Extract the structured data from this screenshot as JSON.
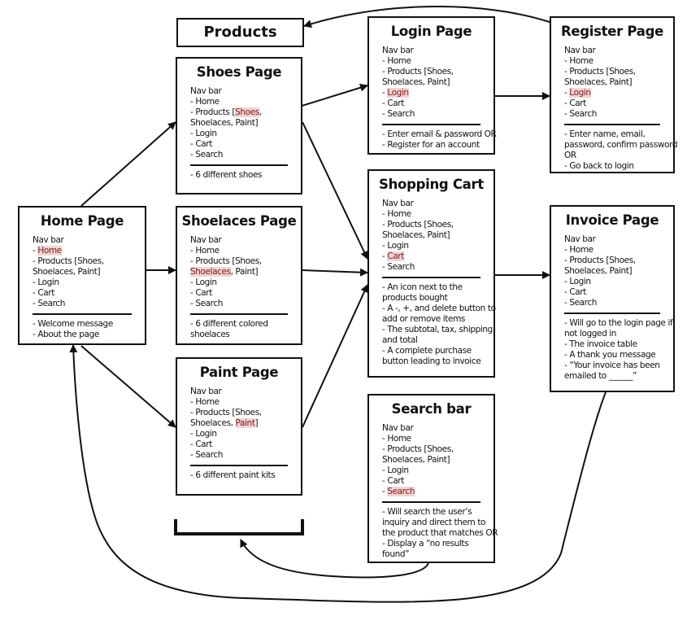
{
  "products_label": "Products",
  "pages": {
    "home": {
      "title": "Home Page",
      "nav": [
        {
          "pre": "Nav bar",
          "hl": "",
          "post": ""
        },
        {
          "pre": "- ",
          "hl": "Home",
          "post": ""
        },
        {
          "pre": "- Products [Shoes,",
          "hl": "",
          "post": ""
        },
        {
          "pre": "Shoelaces, Paint]",
          "hl": "",
          "post": ""
        },
        {
          "pre": "- Login",
          "hl": "",
          "post": ""
        },
        {
          "pre": "- Cart",
          "hl": "",
          "post": ""
        },
        {
          "pre": "- Search",
          "hl": "",
          "post": ""
        }
      ],
      "details": [
        "- Welcome message",
        "- About the page"
      ]
    },
    "shoes": {
      "title": "Shoes Page",
      "nav": [
        {
          "pre": "Nav bar",
          "hl": "",
          "post": ""
        },
        {
          "pre": "- Home",
          "hl": "",
          "post": ""
        },
        {
          "pre": "- Products [",
          "hl": "Shoes",
          "post": ","
        },
        {
          "pre": "Shoelaces, Paint]",
          "hl": "",
          "post": ""
        },
        {
          "pre": "- Login",
          "hl": "",
          "post": ""
        },
        {
          "pre": "- Cart",
          "hl": "",
          "post": ""
        },
        {
          "pre": "- Search",
          "hl": "",
          "post": ""
        }
      ],
      "details": [
        "- 6 different shoes"
      ]
    },
    "shoelaces": {
      "title": "Shoelaces Page",
      "nav": [
        {
          "pre": "Nav bar",
          "hl": "",
          "post": ""
        },
        {
          "pre": "- Home",
          "hl": "",
          "post": ""
        },
        {
          "pre": "- Products [Shoes,",
          "hl": "",
          "post": ""
        },
        {
          "pre": "",
          "hl": "Shoelaces",
          "post": ", Paint]"
        },
        {
          "pre": "- Login",
          "hl": "",
          "post": ""
        },
        {
          "pre": "- Cart",
          "hl": "",
          "post": ""
        },
        {
          "pre": "- Search",
          "hl": "",
          "post": ""
        }
      ],
      "details": [
        "- 6 different colored",
        "shoelaces"
      ]
    },
    "paint": {
      "title": "Paint Page",
      "nav": [
        {
          "pre": "Nav bar",
          "hl": "",
          "post": ""
        },
        {
          "pre": "- Home",
          "hl": "",
          "post": ""
        },
        {
          "pre": "- Products [Shoes,",
          "hl": "",
          "post": ""
        },
        {
          "pre": "Shoelaces, ",
          "hl": "Paint",
          "post": "]"
        },
        {
          "pre": "- Login",
          "hl": "",
          "post": ""
        },
        {
          "pre": "- Cart",
          "hl": "",
          "post": ""
        },
        {
          "pre": "- Search",
          "hl": "",
          "post": ""
        }
      ],
      "details": [
        "- 6 different paint kits"
      ]
    },
    "login": {
      "title": "Login Page",
      "nav": [
        {
          "pre": "Nav bar",
          "hl": "",
          "post": ""
        },
        {
          "pre": "- Home",
          "hl": "",
          "post": ""
        },
        {
          "pre": "- Products [Shoes,",
          "hl": "",
          "post": ""
        },
        {
          "pre": "Shoelaces, Paint]",
          "hl": "",
          "post": ""
        },
        {
          "pre": "- ",
          "hl": "Login",
          "post": ""
        },
        {
          "pre": "- Cart",
          "hl": "",
          "post": ""
        },
        {
          "pre": "- Search",
          "hl": "",
          "post": ""
        }
      ],
      "details": [
        "- Enter email & password OR",
        "- Register for an account"
      ]
    },
    "cart": {
      "title": "Shopping Cart",
      "nav": [
        {
          "pre": "Nav bar",
          "hl": "",
          "post": ""
        },
        {
          "pre": "- Home",
          "hl": "",
          "post": ""
        },
        {
          "pre": "- Products [Shoes,",
          "hl": "",
          "post": ""
        },
        {
          "pre": "Shoelaces, Paint]",
          "hl": "",
          "post": ""
        },
        {
          "pre": "- Login",
          "hl": "",
          "post": ""
        },
        {
          "pre": "- ",
          "hl": "Cart",
          "post": ""
        },
        {
          "pre": "- Search",
          "hl": "",
          "post": ""
        }
      ],
      "details": [
        "- An icon next to  the",
        "products bought",
        "- A -, +, and delete button to",
        "add or remove items",
        "- The subtotal, tax, shipping,",
        "and total",
        "- A complete purchase",
        "button leading to invoice"
      ]
    },
    "search": {
      "title": "Search bar",
      "nav": [
        {
          "pre": "Nav bar",
          "hl": "",
          "post": ""
        },
        {
          "pre": "- Home",
          "hl": "",
          "post": ""
        },
        {
          "pre": "- Products [Shoes,",
          "hl": "",
          "post": ""
        },
        {
          "pre": "Shoelaces, Paint]",
          "hl": "",
          "post": ""
        },
        {
          "pre": "- Login",
          "hl": "",
          "post": ""
        },
        {
          "pre": "- Cart",
          "hl": "",
          "post": ""
        },
        {
          "pre": "- ",
          "hl": "Search",
          "post": ""
        }
      ],
      "details": [
        "- Will search the user’s",
        "inquiry and direct them to",
        "the product that matches OR",
        "- Display a “no results",
        "found”"
      ]
    },
    "register": {
      "title": "Register Page",
      "nav": [
        {
          "pre": "Nav bar",
          "hl": "",
          "post": ""
        },
        {
          "pre": "- Home",
          "hl": "",
          "post": ""
        },
        {
          "pre": "- Products [Shoes,",
          "hl": "",
          "post": ""
        },
        {
          "pre": "Shoelaces, Paint]",
          "hl": "",
          "post": ""
        },
        {
          "pre": "- ",
          "hl": "Login",
          "post": ""
        },
        {
          "pre": "- Cart",
          "hl": "",
          "post": ""
        },
        {
          "pre": "- Search",
          "hl": "",
          "post": ""
        }
      ],
      "details": [
        "- Enter name, email,",
        "password, confirm password",
        "OR",
        "- Go back to login"
      ]
    },
    "invoice": {
      "title": "Invoice Page",
      "nav": [
        {
          "pre": "Nav bar",
          "hl": "",
          "post": ""
        },
        {
          "pre": "- Home",
          "hl": "",
          "post": ""
        },
        {
          "pre": "- Products [Shoes,",
          "hl": "",
          "post": ""
        },
        {
          "pre": "Shoelaces, Paint]",
          "hl": "",
          "post": ""
        },
        {
          "pre": "- Login",
          "hl": "",
          "post": ""
        },
        {
          "pre": "- Cart",
          "hl": "",
          "post": ""
        },
        {
          "pre": "- Search",
          "hl": "",
          "post": ""
        }
      ],
      "details": [
        "- Will go to the login page if",
        "not logged in",
        "- The invoice table",
        "- A thank you message",
        "- “Your invoice has been",
        "emailed to ______”"
      ]
    }
  },
  "colors": {
    "line": "#111111",
    "highlight_bg": "#f3d3d3",
    "highlight_text": "#7a1b1b"
  }
}
